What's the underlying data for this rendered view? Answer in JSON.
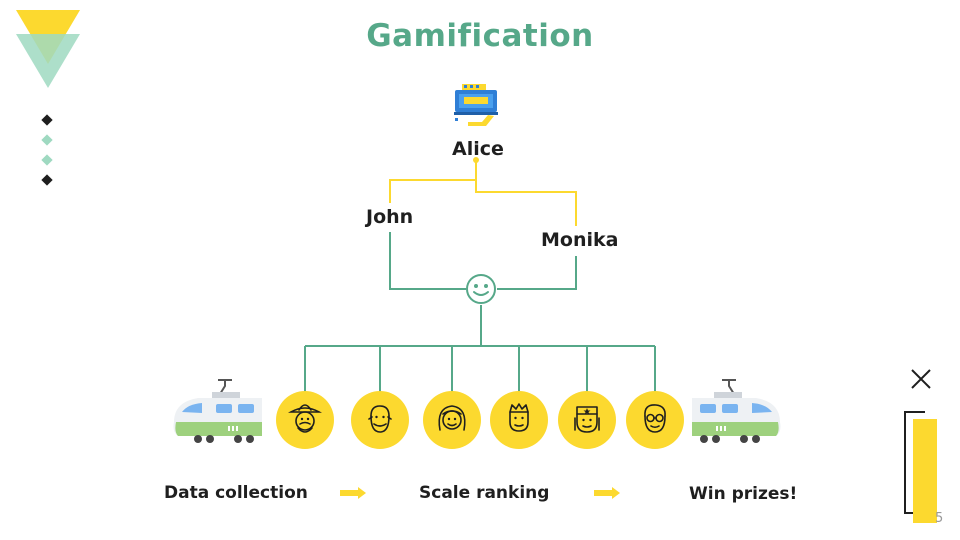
{
  "slide": {
    "title": "Gamification",
    "page_number": "5"
  },
  "tree": {
    "root": "Alice",
    "left_child": "John",
    "right_child": "Monika"
  },
  "process": {
    "steps": [
      "Data collection",
      "Scale ranking",
      "Win prizes!"
    ]
  },
  "icons": {
    "root": "conveyor-hand-icon",
    "merge": "smiley-icon",
    "people": [
      "sombrero-man-icon",
      "bearded-man-icon",
      "woman-icon",
      "crowned-man-icon",
      "star-hat-woman-icon",
      "glasses-man-icon"
    ],
    "trains": [
      "train-icon",
      "train-icon"
    ]
  },
  "colors": {
    "accent_green": "#56a889",
    "accent_yellow": "#fcd92f",
    "light_green": "#9fd9c1",
    "dark": "#1f1f1f"
  }
}
